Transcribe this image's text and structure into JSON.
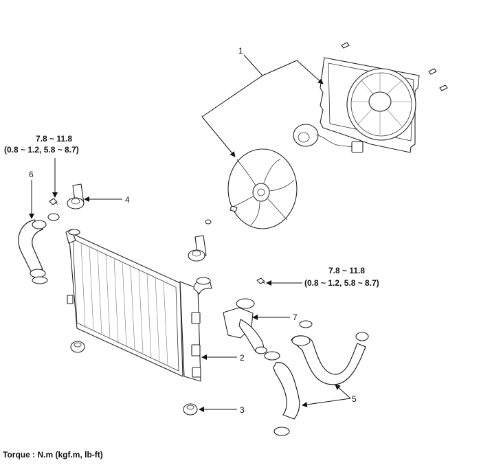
{
  "labels": {
    "l1": "1",
    "l2": "2",
    "l3": "3",
    "l4": "4",
    "l5": "5",
    "l6": "6",
    "l7": "7"
  },
  "torque_left": {
    "line1": "7.8 ~ 11.8",
    "line2": "(0.8 ~ 1.2, 5.8 ~ 8.7)"
  },
  "torque_right": {
    "line1": "7.8 ~ 11.8",
    "line2": "(0.8 ~ 1.2, 5.8 ~ 8.7)"
  },
  "footer": {
    "torque_units": "Torque : N.m (kgf.m, lb-ft)"
  }
}
